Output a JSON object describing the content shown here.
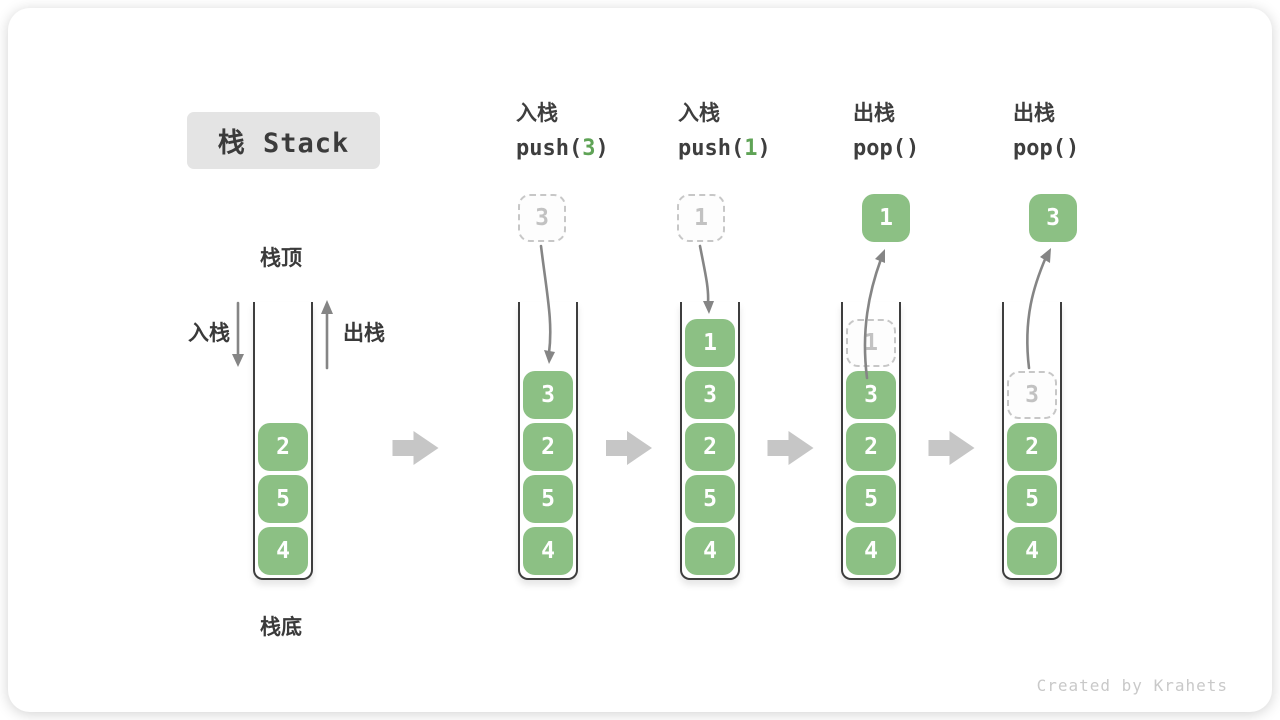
{
  "title": "栈 Stack",
  "labels": {
    "stack_top": "栈顶",
    "stack_bottom": "栈底",
    "push_side": "入栈",
    "pop_side": "出栈"
  },
  "operations": [
    {
      "name": "入栈",
      "code_pre": "push(",
      "code_arg": "3",
      "code_post": ")"
    },
    {
      "name": "入栈",
      "code_pre": "push(",
      "code_arg": "1",
      "code_post": ")"
    },
    {
      "name": "出栈",
      "code_pre": "pop(",
      "code_arg": "",
      "code_post": ")"
    },
    {
      "name": "出栈",
      "code_pre": "pop(",
      "code_arg": "",
      "code_post": ")"
    }
  ],
  "stacks": [
    {
      "cells": [
        "2",
        "5",
        "4"
      ]
    },
    {
      "cells": [
        "3",
        "2",
        "5",
        "4"
      ],
      "floating": {
        "value": "3",
        "style": "dashed"
      }
    },
    {
      "cells": [
        "1",
        "3",
        "2",
        "5",
        "4"
      ],
      "floating": {
        "value": "1",
        "style": "dashed"
      }
    },
    {
      "cells": [
        "3",
        "2",
        "5",
        "4"
      ],
      "ghost": "1",
      "floating": {
        "value": "1",
        "style": "solid"
      }
    },
    {
      "cells": [
        "2",
        "5",
        "4"
      ],
      "ghost": "3",
      "floating": {
        "value": "3",
        "style": "solid"
      }
    }
  ],
  "watermark": "Created by Krahets",
  "colors": {
    "cell_green": "#8cc084",
    "code_arg_green": "#5fa356",
    "dashed_grey": "#c7c7c7",
    "arrow_grey": "#858585",
    "block_arrow_grey": "#c6c6c6",
    "title_bg": "#e4e4e4",
    "text_dark": "#3b3b3b"
  }
}
